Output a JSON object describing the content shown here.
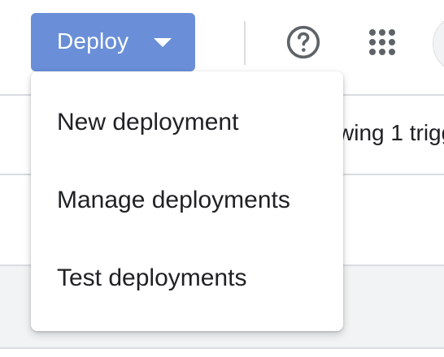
{
  "header": {
    "deploy_label": "Deploy"
  },
  "icons": {
    "caret": "chevron-down-icon",
    "help": "help-icon",
    "apps": "apps-grid-icon"
  },
  "deploy_menu": {
    "items": [
      {
        "label": "New deployment"
      },
      {
        "label": "Manage deployments"
      },
      {
        "label": "Test deployments"
      }
    ]
  },
  "background": {
    "trigger_text_fragment": "wing 1 trigg"
  },
  "colors": {
    "accent": "#6a8fd8",
    "text": "#202124",
    "divider": "#dadce0",
    "icon": "#5f6368"
  }
}
